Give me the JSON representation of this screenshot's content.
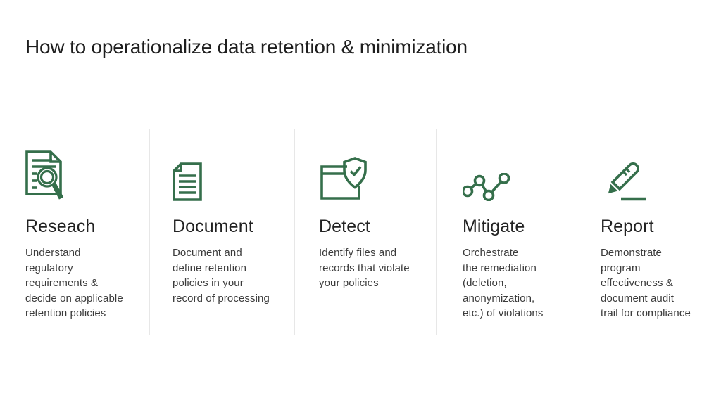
{
  "title": "How to operationalize data retention & minimization",
  "accent_color": "#356f4b",
  "divider_color": "#e7e7e7",
  "steps": [
    {
      "icon": "document-magnifier-icon",
      "heading": "Reseach",
      "description": "Understand\nregulatory\nrequirements &\ndecide on applicable\nretention policies"
    },
    {
      "icon": "document-lines-icon",
      "heading": "Document",
      "description": "Document and\ndefine retention\npolicies in your\nrecord of processing"
    },
    {
      "icon": "file-shield-check-icon",
      "heading": "Detect",
      "description": "Identify files and\nrecords that violate\nyour policies"
    },
    {
      "icon": "zigzag-nodes-icon",
      "heading": "Mitigate",
      "description": "Orchestrate\nthe remediation\n(deletion,\nanonymization,\n etc.) of violations"
    },
    {
      "icon": "pencil-icon",
      "heading": "Report",
      "description": "Demonstrate\nprogram\neffectiveness &\ndocument audit\ntrail for compliance"
    }
  ]
}
